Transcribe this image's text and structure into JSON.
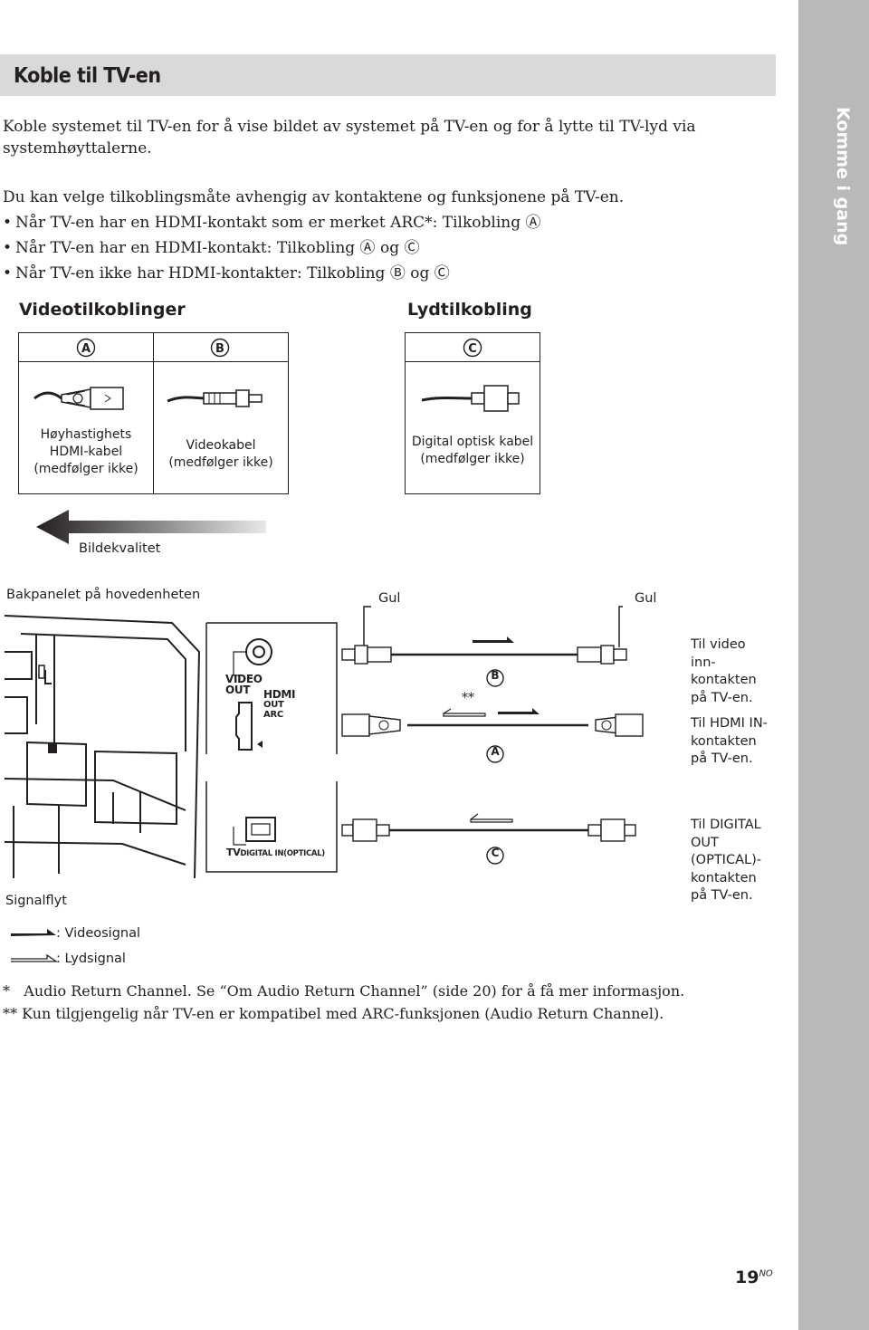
{
  "side_tab": {
    "label": "Komme i gang"
  },
  "title": "Koble til TV-en",
  "intro": {
    "line1": "Koble systemet til TV-en for å vise bildet av systemet på TV-en og for å lytte til TV-lyd via",
    "line2": "systemhøyttalerne.",
    "line3": "Du kan velge tilkoblingsmåte avhengig av kontaktene og funksjonene på TV-en."
  },
  "bullets": [
    "Når TV-en har en HDMI-kontakt som er merket ARC*: Tilkobling Ⓐ",
    "Når TV-en har en HDMI-kontakt: Tilkobling Ⓐ og Ⓒ",
    "Når TV-en ikke har HDMI-kontakter: Tilkobling Ⓑ og Ⓒ"
  ],
  "sections": {
    "video": "Videotilkoblinger",
    "audio": "Lydtilkobling"
  },
  "connections": {
    "a": {
      "letter": "A",
      "line1": "Høyhastighets",
      "line2": "HDMI-kabel",
      "line3": "(medfølger ikke)"
    },
    "b": {
      "letter": "B",
      "line1": "Videokabel",
      "line2": "(medfølger ikke)"
    },
    "c": {
      "letter": "C",
      "line1": "Digital optisk kabel",
      "line2": "(medfølger ikke)"
    }
  },
  "quality_label": "Bildekvalitet",
  "diagram": {
    "panel_label": "Bakpanelet på hovedenheten",
    "yellow1": "Gul",
    "yellow2": "Gul",
    "video_out": [
      "VIDEO",
      "OUT"
    ],
    "hdmi_out": [
      "HDMI",
      "OUT",
      "ARC"
    ],
    "tv_optical": [
      "TV",
      "DIGITAL IN(OPTICAL)"
    ],
    "double_star": "**",
    "to_video": [
      "Til video",
      "inn-",
      "kontakten",
      "på TV-en."
    ],
    "to_hdmi": [
      "Til HDMI IN-",
      "kontakten",
      "på TV-en."
    ],
    "to_digital": [
      "Til DIGITAL",
      "OUT",
      "(OPTICAL)-",
      "kontakten",
      "på TV-en."
    ],
    "signal_flow": "Signalflyt",
    "legend_video": ": Videosignal",
    "legend_audio": ": Lydsignal"
  },
  "footnotes": [
    "*   Audio Return Channel. Se “Om Audio Return Channel” (side 20) for å få mer informasjon.",
    "** Kun tilgjengelig når TV-en er kompatibel med ARC-funksjonen (Audio Return Channel)."
  ],
  "page": {
    "number": "19",
    "suffix": "NO"
  }
}
